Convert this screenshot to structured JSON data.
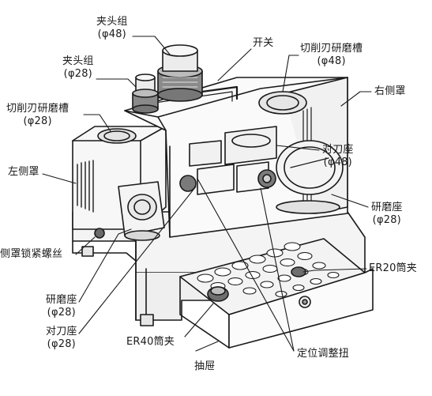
{
  "labels": {
    "clamp_48": {
      "name": "夹头组",
      "spec": "(φ48)"
    },
    "switch": {
      "name": "开关"
    },
    "clamp_28": {
      "name": "夹头组",
      "spec": "(φ28)"
    },
    "groove_48": {
      "name": "切削刃研磨槽",
      "spec": "(φ48)"
    },
    "right_cover": {
      "name": "右侧罩"
    },
    "groove_28": {
      "name": "切削刃研磨槽",
      "spec": "(φ28)"
    },
    "holder_48": {
      "name": "对刀座",
      "spec": "(φ48)"
    },
    "left_cover": {
      "name": "左侧罩"
    },
    "grind_seat_48": {
      "name": "研磨座",
      "spec": "(φ28)"
    },
    "lock_screw": {
      "name": "侧罩锁紧螺丝"
    },
    "er20": {
      "name": "ER20筒夹"
    },
    "grind_seat_28": {
      "name": "研磨座",
      "spec": "(φ28)"
    },
    "holder_28": {
      "name": "对刀座",
      "spec": "(φ28)"
    },
    "er40": {
      "name": "ER40筒夹"
    },
    "positioning_knob": {
      "name": "定位调整扭"
    },
    "drawer": {
      "name": "抽屉"
    }
  },
  "colors": {
    "line": "#1a1a1a",
    "shade": "#d9d9d9",
    "dark": "#555555"
  }
}
